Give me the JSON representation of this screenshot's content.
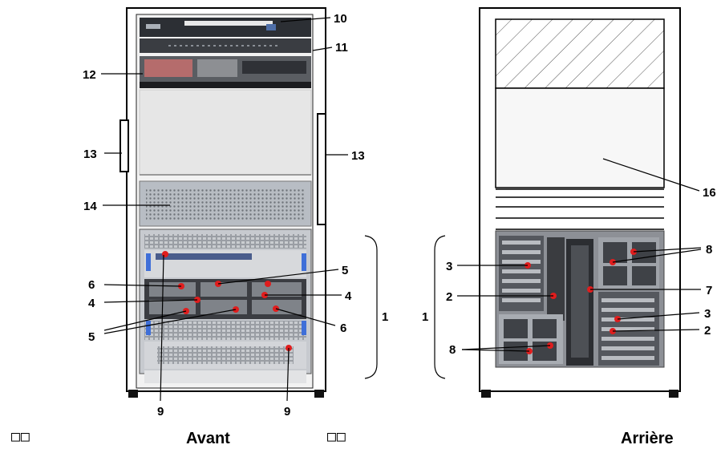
{
  "figure": {
    "front_caption": "Avant",
    "rear_caption": "Arrière",
    "front_marker": "□□",
    "rear_marker": "□□",
    "callouts": {
      "c10": "10",
      "c11": "11",
      "c12": "12",
      "c13_left": "13",
      "c13_right": "13",
      "c14": "14",
      "c5_top": "5",
      "c6_left": "6",
      "c4_left": "4",
      "c4_right": "4",
      "c5_bottom": "5",
      "c6_right": "6",
      "c1_front": "1",
      "c9_left": "9",
      "c9_right": "9",
      "c16": "16",
      "c8_top": "8",
      "c3_left": "3",
      "c2_left": "2",
      "c7": "7",
      "c3_right": "3",
      "c2_right": "2",
      "c1_rear": "1",
      "c8_bottom": "8"
    }
  }
}
